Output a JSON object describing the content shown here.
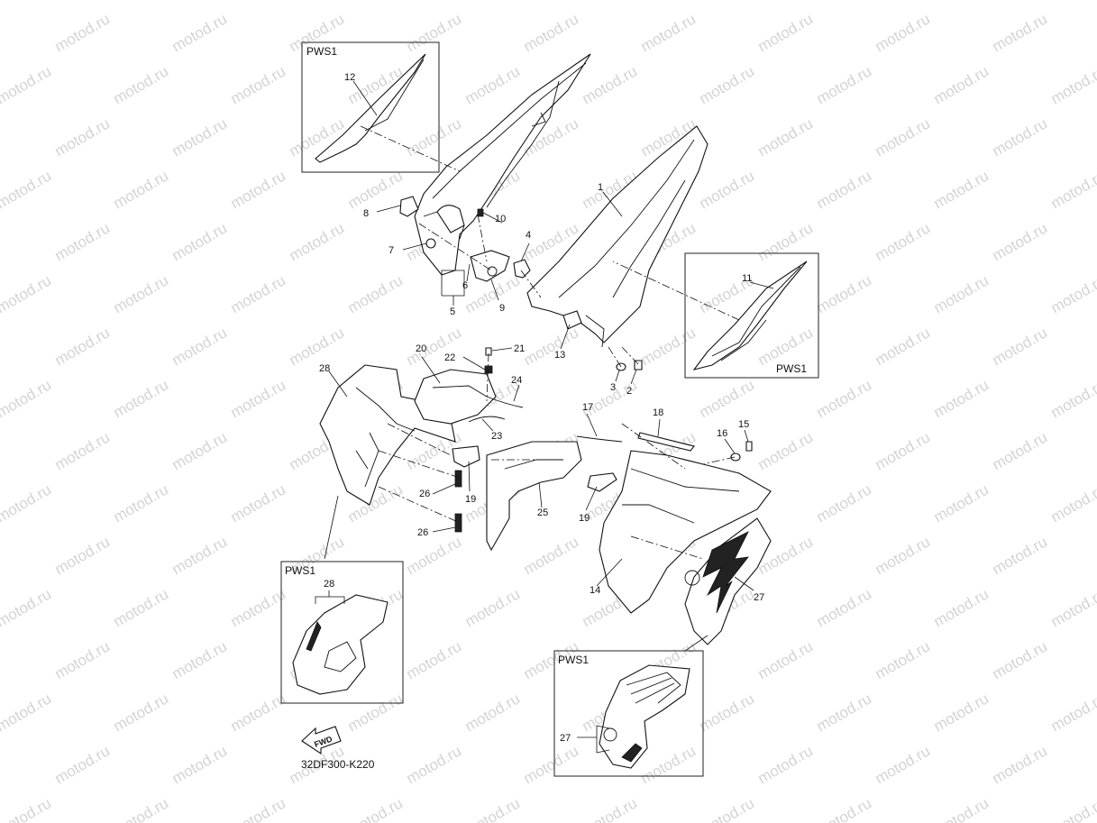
{
  "watermark": "motod.ru",
  "diagram_code": "32DF300-K220",
  "fwd_label": "FWD",
  "inset_label": "PWS1",
  "callouts": {
    "c1": "1",
    "c2": "2",
    "c3": "3",
    "c4": "4",
    "c5": "5",
    "c6": "6",
    "c7": "7",
    "c8": "8",
    "c9": "9",
    "c10": "10",
    "c11": "11",
    "c12": "12",
    "c13": "13",
    "c14": "14",
    "c15": "15",
    "c16": "16",
    "c17": "17",
    "c18": "18",
    "c19a": "19",
    "c19b": "19",
    "c20": "20",
    "c21": "21",
    "c22": "22",
    "c23": "23",
    "c24": "24",
    "c25": "25",
    "c26a": "26",
    "c26b": "26",
    "c27": "27",
    "c27b": "27",
    "c28": "28",
    "c28b": "28"
  }
}
